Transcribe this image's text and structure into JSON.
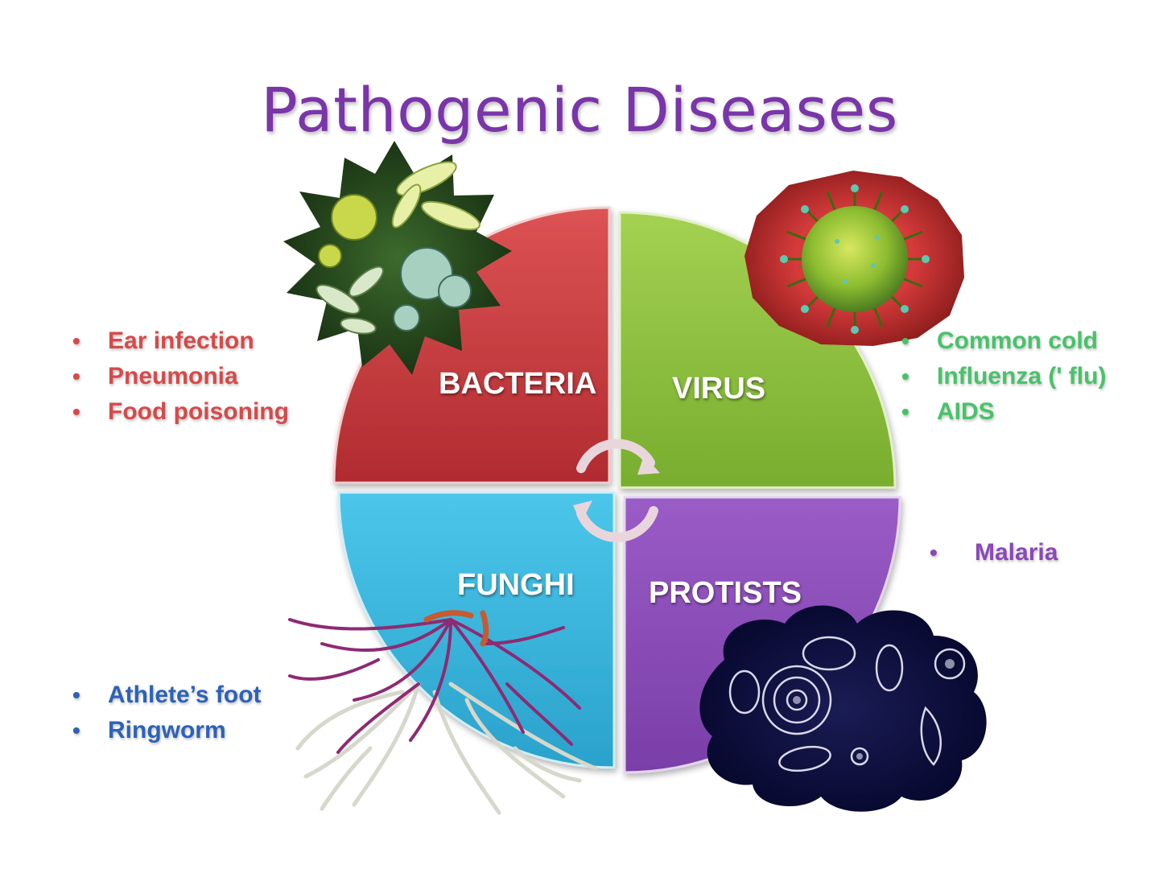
{
  "title": "Pathogenic Diseases",
  "quadrants": {
    "bacteria": {
      "label": "BACTERIA",
      "color": "#c8383c"
    },
    "virus": {
      "label": "VIRUS",
      "color": "#8cc038"
    },
    "funghi": {
      "label": "FUNGHI",
      "color": "#35b4da"
    },
    "protists": {
      "label": "PROTISTS",
      "color": "#8a4cb8"
    }
  },
  "lists": {
    "bacteria": [
      "Ear infection",
      "Pneumonia",
      "Food poisoning"
    ],
    "virus": [
      "Common cold",
      "Influenza (' flu)",
      "AIDS"
    ],
    "protists": [
      "Malaria"
    ],
    "funghi": [
      "Athlete’s foot",
      "Ringworm"
    ]
  },
  "icons": [
    "bacteria-microscopy-image",
    "virus-particle-image",
    "fungal-hyphae-image",
    "protist-microscopy-image",
    "cycle-arrows-icon"
  ]
}
